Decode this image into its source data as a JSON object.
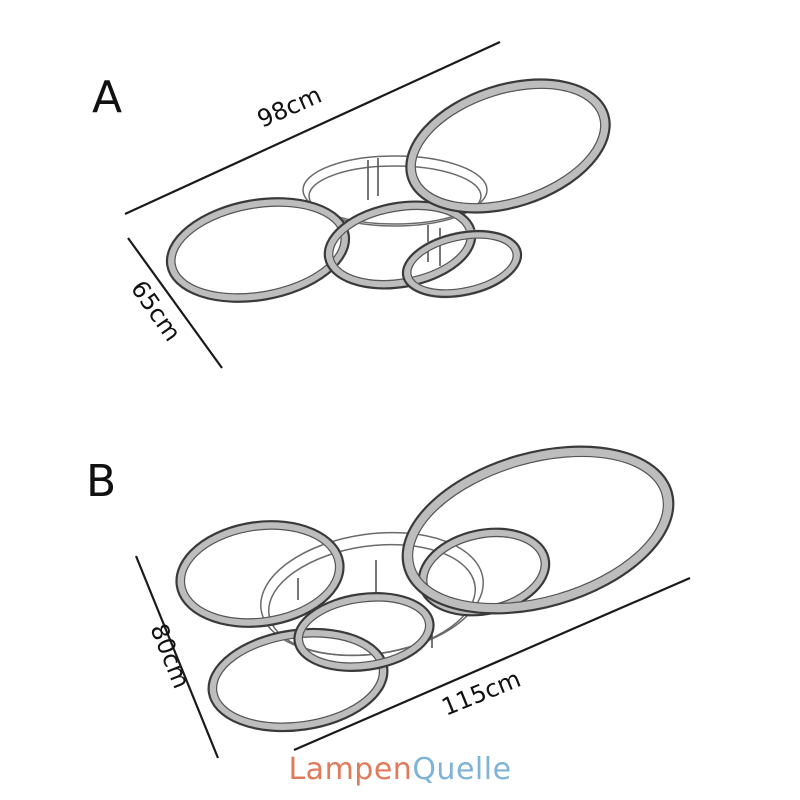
{
  "variants": [
    {
      "label": "A",
      "width_label": "98cm",
      "depth_label": "65cm"
    },
    {
      "label": "B",
      "width_label": "115cm",
      "depth_label": "80cm"
    }
  ],
  "brand": {
    "part1": "Lampen",
    "part2": "Quelle",
    "color1": "#e07a5a",
    "color2": "#7fb3d8"
  }
}
